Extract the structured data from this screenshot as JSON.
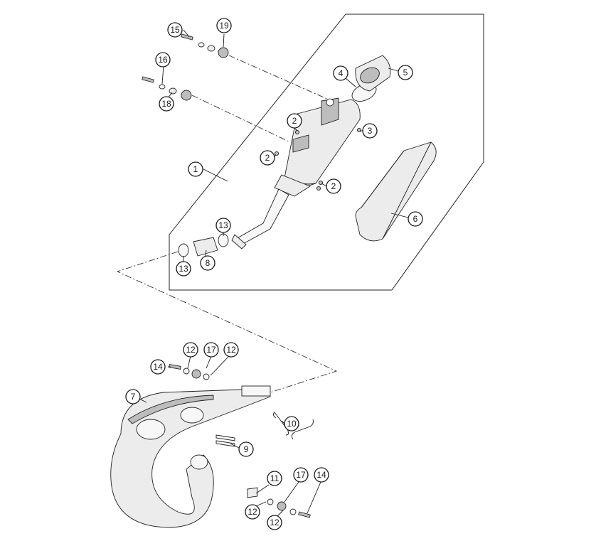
{
  "callouts": [
    {
      "id": "c1",
      "label": "1"
    },
    {
      "id": "c2a",
      "label": "2"
    },
    {
      "id": "c2b",
      "label": "2"
    },
    {
      "id": "c2c",
      "label": "2"
    },
    {
      "id": "c3",
      "label": "3"
    },
    {
      "id": "c4",
      "label": "4"
    },
    {
      "id": "c5",
      "label": "5"
    },
    {
      "id": "c6",
      "label": "6"
    },
    {
      "id": "c7",
      "label": "7"
    },
    {
      "id": "c8",
      "label": "8"
    },
    {
      "id": "c9",
      "label": "9"
    },
    {
      "id": "c10",
      "label": "10"
    },
    {
      "id": "c11",
      "label": "11"
    },
    {
      "id": "c12a",
      "label": "12"
    },
    {
      "id": "c12b",
      "label": "12"
    },
    {
      "id": "c12c",
      "label": "12"
    },
    {
      "id": "c12d",
      "label": "12"
    },
    {
      "id": "c13a",
      "label": "13"
    },
    {
      "id": "c13b",
      "label": "13"
    },
    {
      "id": "c14a",
      "label": "14"
    },
    {
      "id": "c14b",
      "label": "14"
    },
    {
      "id": "c15",
      "label": "15"
    },
    {
      "id": "c16",
      "label": "16"
    },
    {
      "id": "c17a",
      "label": "17"
    },
    {
      "id": "c17b",
      "label": "17"
    },
    {
      "id": "c18",
      "label": "18"
    },
    {
      "id": "c19",
      "label": "19"
    }
  ]
}
